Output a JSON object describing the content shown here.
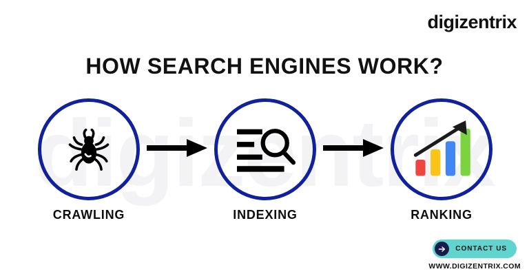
{
  "brand": {
    "logo_text": "digizentrix",
    "watermark_text": "digizentrix",
    "ring_color": "#11219b",
    "cta_bg_color": "#62d4cf",
    "cta_icon_color": "#161d4a"
  },
  "header": {
    "title": "HOW SEARCH ENGINES WORK?"
  },
  "flow": {
    "steps": [
      {
        "label": "CRAWLING",
        "icon": "spider-icon"
      },
      {
        "label": "INDEXING",
        "icon": "document-search-icon"
      },
      {
        "label": "RANKING",
        "icon": "bar-chart-growth-icon"
      }
    ],
    "connectors": [
      {
        "icon": "arrow-right-icon"
      },
      {
        "icon": "arrow-right-icon"
      }
    ]
  },
  "ranking_bars": {
    "colors": [
      "#ee4540",
      "#fcc419",
      "#4285f4",
      "#7bd33f"
    ],
    "heights": [
      28,
      46,
      60,
      82
    ]
  },
  "footer": {
    "cta_label": "CONTACT US",
    "cta_icon": "arrow-right-circle-icon",
    "website": "WWW.DIGIZENTRIX.COM"
  }
}
